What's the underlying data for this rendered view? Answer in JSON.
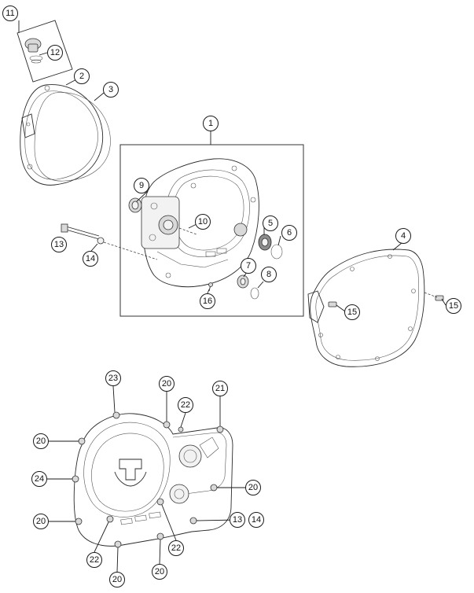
{
  "callouts": [
    {
      "id": "c1",
      "label": "1"
    },
    {
      "id": "c2",
      "label": "2"
    },
    {
      "id": "c3",
      "label": "3"
    },
    {
      "id": "c4",
      "label": "4"
    },
    {
      "id": "c5",
      "label": "5"
    },
    {
      "id": "c6",
      "label": "6"
    },
    {
      "id": "c7",
      "label": "7"
    },
    {
      "id": "c8",
      "label": "8"
    },
    {
      "id": "c9",
      "label": "9"
    },
    {
      "id": "c10",
      "label": "10"
    },
    {
      "id": "c11",
      "label": "11"
    },
    {
      "id": "c12",
      "label": "12"
    },
    {
      "id": "c13a",
      "label": "13"
    },
    {
      "id": "c14a",
      "label": "14"
    },
    {
      "id": "c15a",
      "label": "15"
    },
    {
      "id": "c15b",
      "label": "15"
    },
    {
      "id": "c16",
      "label": "16"
    },
    {
      "id": "c20a",
      "label": "20"
    },
    {
      "id": "c20b",
      "label": "20"
    },
    {
      "id": "c20c",
      "label": "20"
    },
    {
      "id": "c20d",
      "label": "20"
    },
    {
      "id": "c20e",
      "label": "20"
    },
    {
      "id": "c20f",
      "label": "20"
    },
    {
      "id": "c21",
      "label": "21"
    },
    {
      "id": "c22a",
      "label": "22"
    },
    {
      "id": "c22b",
      "label": "22"
    },
    {
      "id": "c22c",
      "label": "22"
    },
    {
      "id": "c23",
      "label": "23"
    },
    {
      "id": "c24",
      "label": "24"
    },
    {
      "id": "c13b",
      "label": "13"
    },
    {
      "id": "c14b",
      "label": "14"
    }
  ]
}
